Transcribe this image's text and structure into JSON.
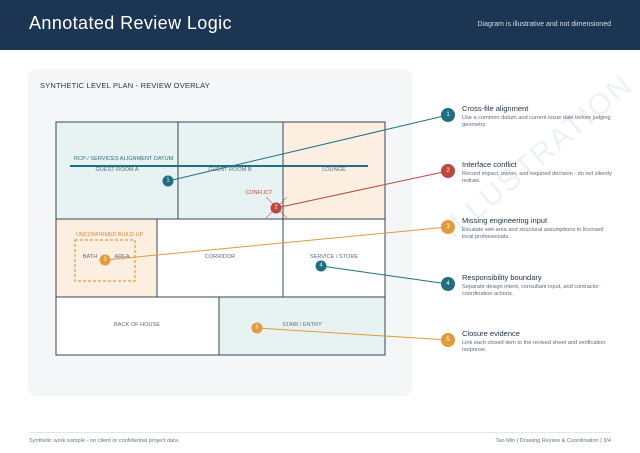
{
  "header": {
    "title": "Annotated Review Logic",
    "note": "Diagram is illustrative and not dimensioned"
  },
  "panel": {
    "title": "SYNTHETIC LEVEL PLAN - REVIEW OVERLAY"
  },
  "plan": {
    "datum_label": "RCP / SERVICES ALIGNMENT DATUM",
    "conflict_label": "CONFLICT",
    "unconfirmed_label": "UNCONFIRMED BUILD-UP",
    "rooms": {
      "guest_a": "GUEST ROOM A",
      "guest_b": "GUEST ROOM B",
      "lounge": "LOUNGE",
      "bath": "BATH",
      "area": "AREA",
      "corridor": "CORRIDOR",
      "service": "SERVICE / STORE",
      "back_of_house": "BACK OF HOUSE",
      "stair": "STAIR / ENTRY"
    },
    "markers": [
      "1",
      "2",
      "3",
      "4",
      "5"
    ]
  },
  "watermark": "ILLUSTRATION",
  "callouts": [
    {
      "num": "1",
      "title": "Cross-file alignment",
      "desc": "Use a common datum and current issue date before judging geometry.",
      "color": "#1f6f80"
    },
    {
      "num": "2",
      "title": "Interface conflict",
      "desc": "Record impact, owner, and required decision - do not silently redraw.",
      "color": "#b94a3c"
    },
    {
      "num": "3",
      "title": "Missing engineering input",
      "desc": "Escalate wet-area and structural assumptions to licensed local professionals.",
      "color": "#e19a3c"
    },
    {
      "num": "4",
      "title": "Responsibility boundary",
      "desc": "Separate design intent, consultant input, and contractor coordination actions.",
      "color": "#1f6f80"
    },
    {
      "num": "5",
      "title": "Closure evidence",
      "desc": "Link each closed item to the revised sheet and verification response.",
      "color": "#e19a3c"
    }
  ],
  "footer": {
    "left": "Synthetic work sample - no client or confidential project data",
    "right": "Tao Min | Drawing Review & Coordination | 3/4"
  },
  "colors": {
    "header": "#1c3553",
    "teal": "#1f6f80",
    "red": "#b94a3c",
    "orange": "#e19a3c",
    "warm_fill": "#fcefe2",
    "cool_fill": "#e7f3f2"
  }
}
